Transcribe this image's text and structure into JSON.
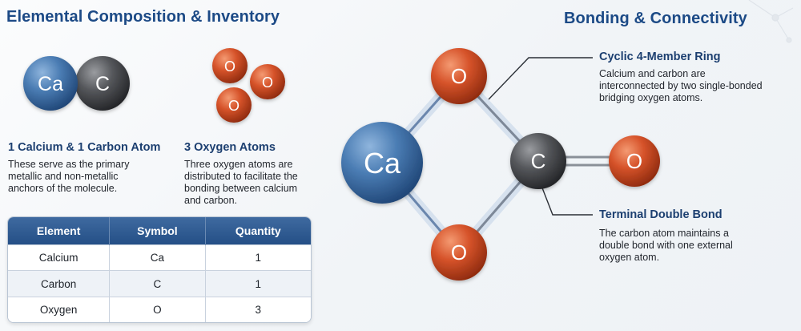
{
  "left_title": "Elemental Composition & Inventory",
  "right_title": "Bonding & Connectivity",
  "atoms": {
    "ca": "Ca",
    "c": "C",
    "o": "O"
  },
  "group1": {
    "heading": "1 Calcium & 1 Carbon Atom",
    "lines": [
      "These serve as the primary",
      "metallic and non-metallic",
      "anchors of the molecule."
    ]
  },
  "group2": {
    "heading": "3 Oxygen Atoms",
    "lines": [
      "Three oxygen atoms are",
      "distributed to facilitate the",
      "bonding between calcium",
      "and carbon."
    ]
  },
  "table": {
    "headers": [
      "Element",
      "Symbol",
      "Quantity"
    ],
    "rows": [
      [
        "Calcium",
        "Ca",
        "1"
      ],
      [
        "Carbon",
        "C",
        "1"
      ],
      [
        "Oxygen",
        "O",
        "3"
      ]
    ]
  },
  "callout_ring": {
    "heading": "Cyclic 4-Member Ring",
    "lines": [
      "Calcium and carbon are",
      "interconnected by two single-bonded",
      "bridging oxygen atoms."
    ]
  },
  "callout_double": {
    "heading": "Terminal Double Bond",
    "lines": [
      "The carbon atom maintains a",
      "double bond with one external",
      "oxygen atom."
    ]
  },
  "colors": {
    "title": "#1c4a86",
    "calcium": "#3f71a8",
    "carbon": "#4a4c50",
    "oxygen": "#cf4a22",
    "table_header": "#2c568c"
  }
}
